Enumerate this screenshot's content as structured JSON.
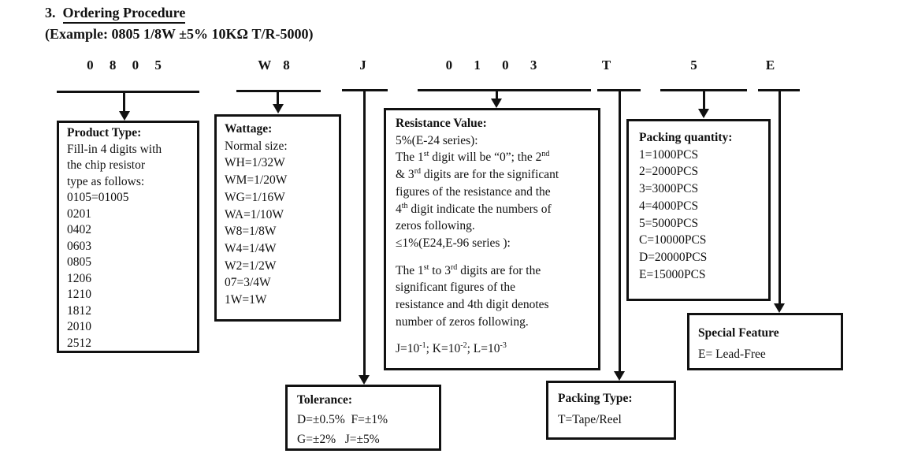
{
  "heading": {
    "number": "3.",
    "title": "Ordering Procedure",
    "example": "(Example: 0805 1/8W ±5% 10KΩ T/R-5000)"
  },
  "codes": [
    {
      "id": "product-type",
      "label": "0 8 0 5"
    },
    {
      "id": "wattage",
      "label": "W 8"
    },
    {
      "id": "tolerance",
      "label": "J"
    },
    {
      "id": "resistance-value",
      "label": "0 1 0 3"
    },
    {
      "id": "packing-type",
      "label": "T"
    },
    {
      "id": "packing-quantity",
      "label": "5"
    },
    {
      "id": "special-feature",
      "label": "E"
    }
  ],
  "boxes": {
    "product_type": {
      "title": "Product Type:",
      "lines": [
        "Fill-in 4 digits with",
        "the chip resistor",
        "type as follows:",
        "0105=01005",
        "0201",
        "0402",
        "0603",
        "0805",
        "1206",
        "1210",
        "1812",
        "2010",
        "2512"
      ]
    },
    "wattage": {
      "title": "Wattage:",
      "lines": [
        "Normal size:",
        "WH=1/32W",
        "WM=1/20W",
        "WG=1/16W",
        "WA=1/10W",
        "W8=1/8W",
        "W4=1/4W",
        "W2=1/2W",
        "07=3/4W",
        "1W=1W"
      ]
    },
    "resistance_value": {
      "title": "Resistance Value:",
      "lines": [
        "5%(E-24 series):",
        [
          {
            "t": "The 1"
          },
          {
            "t": "st",
            "sup": true
          },
          {
            "t": " digit will be “0”; the 2"
          },
          {
            "t": "nd",
            "sup": true
          }
        ],
        [
          {
            "t": "& 3"
          },
          {
            "t": "rd",
            "sup": true
          },
          {
            "t": " digits are for the significant"
          }
        ],
        "figures of the resistance and the",
        [
          {
            "t": "4"
          },
          {
            "t": "th",
            "sup": true
          },
          {
            "t": " digit indicate the numbers of"
          }
        ],
        "zeros following.",
        "≤1%(E24,E-96 series ):",
        "",
        [
          {
            "t": "The 1"
          },
          {
            "t": "st",
            "sup": true
          },
          {
            "t": " to 3"
          },
          {
            "t": "rd",
            "sup": true
          },
          {
            "t": " digits are for the"
          }
        ],
        "significant figures of the",
        "resistance and 4th digit denotes",
        "number of zeros following.",
        "",
        [
          {
            "t": "J=10"
          },
          {
            "t": "-1",
            "sup": true
          },
          {
            "t": "; K=10"
          },
          {
            "t": "-2",
            "sup": true
          },
          {
            "t": "; L=10"
          },
          {
            "t": "-3",
            "sup": true
          }
        ]
      ]
    },
    "packing_quantity": {
      "title": "Packing quantity:",
      "lines": [
        "1=1000PCS",
        "2=2000PCS",
        "3=3000PCS",
        "4=4000PCS",
        "5=5000PCS",
        "C=10000PCS",
        "D=20000PCS",
        "E=15000PCS"
      ]
    },
    "special_feature": {
      "title": "Special Feature",
      "lines": [
        "E= Lead-Free"
      ]
    },
    "tolerance": {
      "title": "Tolerance:",
      "lines": [
        "D=±0.5%  F=±1%",
        "G=±2%   J=±5%"
      ]
    },
    "packing_type": {
      "title": "Packing Type:",
      "lines": [
        "T=Tape/Reel"
      ]
    }
  },
  "colors": {
    "ink": "#111111",
    "background": "#ffffff"
  }
}
